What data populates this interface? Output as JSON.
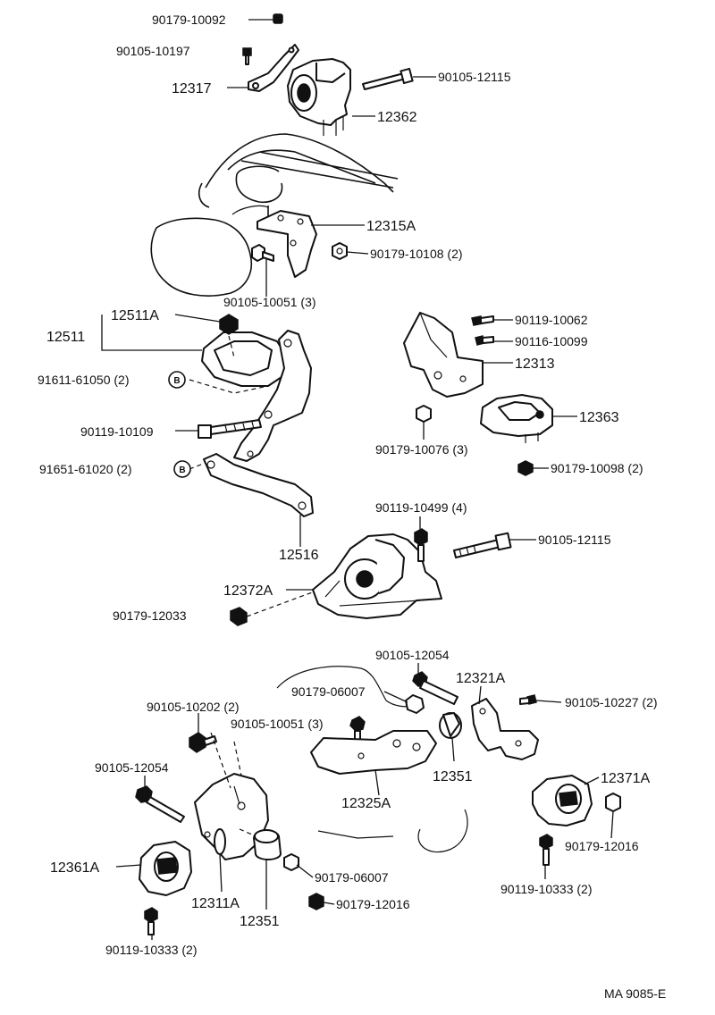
{
  "labels": {
    "l01": "90179-10092",
    "l02": "90105-10197",
    "l03": "90105-12115",
    "l04": "12317",
    "l05": "12362",
    "l06": "12315A",
    "l07": "90179-10108 (2)",
    "l08": "90105-10051 (3)",
    "l09": "12511A",
    "l10": "12511",
    "l11": "90119-10062",
    "l12": "90116-10099",
    "l13": "91611-61050 (2)",
    "l14": "12313",
    "l15": "90119-10109",
    "l16": "12363",
    "l17": "90179-10076 (3)",
    "l18": "91651-61020 (2)",
    "l19": "90179-10098 (2)",
    "l20": "90119-10499 (4)",
    "l21": "90105-12115",
    "l22": "12516",
    "l23": "12372A",
    "l24": "90179-12033",
    "l25": "90105-12054",
    "l26": "12321A",
    "l27": "90179-06007",
    "l28": "90105-10202 (2)",
    "l29": "90105-10227 (2)",
    "l30": "90105-10051 (3)",
    "l31": "90105-12054",
    "l32": "12351",
    "l33": "12371A",
    "l34": "12325A",
    "l35": "90179-12016",
    "l36": "12361A",
    "l37": "90179-06007",
    "l38": "12311A",
    "l39": "12351",
    "l40": "90119-10333 (2)",
    "l41": "90179-12016",
    "l42": "90119-10333 (2)"
  },
  "markers": {
    "b1": "B",
    "b2": "B"
  },
  "code": "MA 9085-E"
}
